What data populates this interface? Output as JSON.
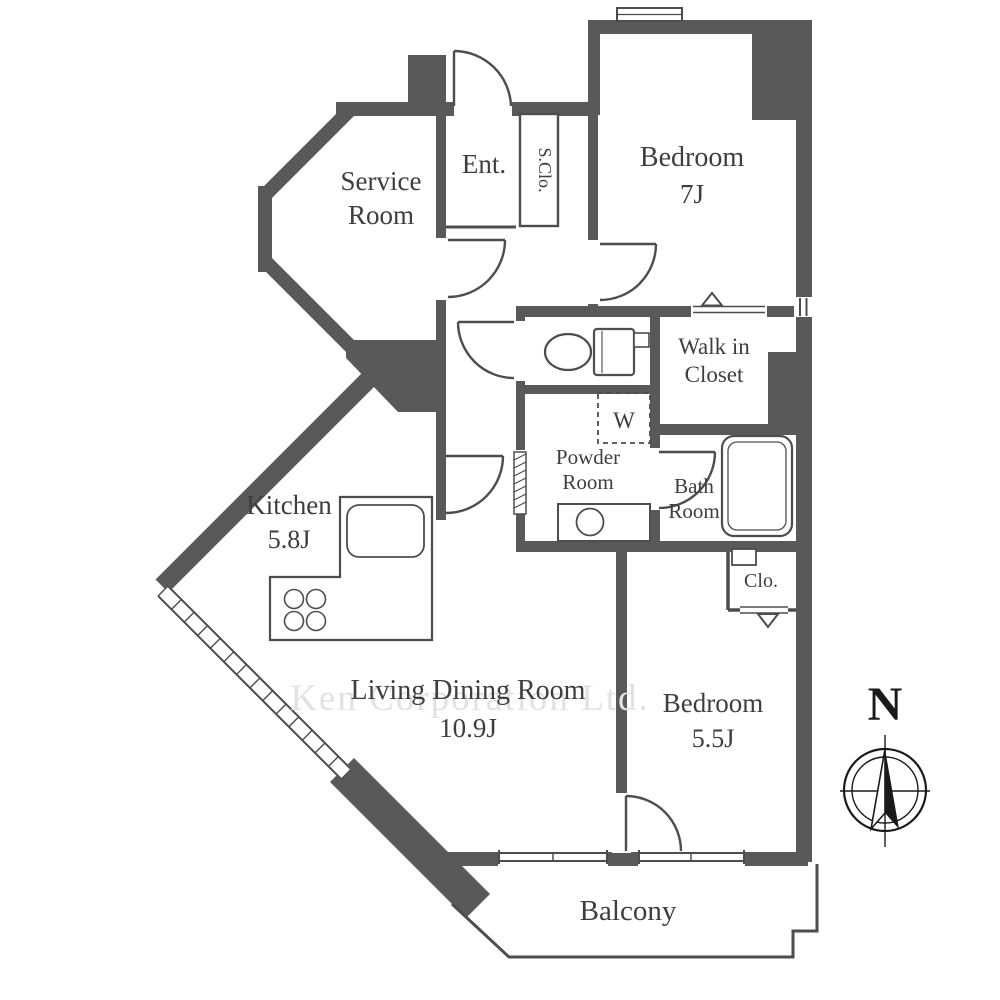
{
  "watermark": "Ken Corporation Ltd.",
  "compass": {
    "north_label": "N"
  },
  "rooms": {
    "service_room": {
      "name_line1": "Service",
      "name_line2": "Room"
    },
    "entrance": {
      "name": "Ent."
    },
    "shoe_closet": {
      "name": "S.Clo."
    },
    "bedroom_7j": {
      "name": "Bedroom",
      "size": "7J"
    },
    "walk_in_closet": {
      "name_line1": "Walk in",
      "name_line2": "Closet"
    },
    "powder_room": {
      "name_line1": "Powder",
      "name_line2": "Room"
    },
    "washing_machine": {
      "symbol": "W"
    },
    "bath_room": {
      "name_line1": "Bath",
      "name_line2": "Room"
    },
    "kitchen": {
      "name": "Kitchen",
      "size": "5.8J"
    },
    "living_dining": {
      "name": "Living Dining Room",
      "size": "10.9J"
    },
    "bedroom_5_5j": {
      "name": "Bedroom",
      "size": "5.5J"
    },
    "closet": {
      "name": "Clo."
    },
    "balcony": {
      "name": "Balcony"
    }
  },
  "colors": {
    "wall": "#595959",
    "line": "#4d4d4d",
    "text": "#3e3e3e",
    "watermark": "#e2e2e2",
    "background": "#ffffff"
  }
}
